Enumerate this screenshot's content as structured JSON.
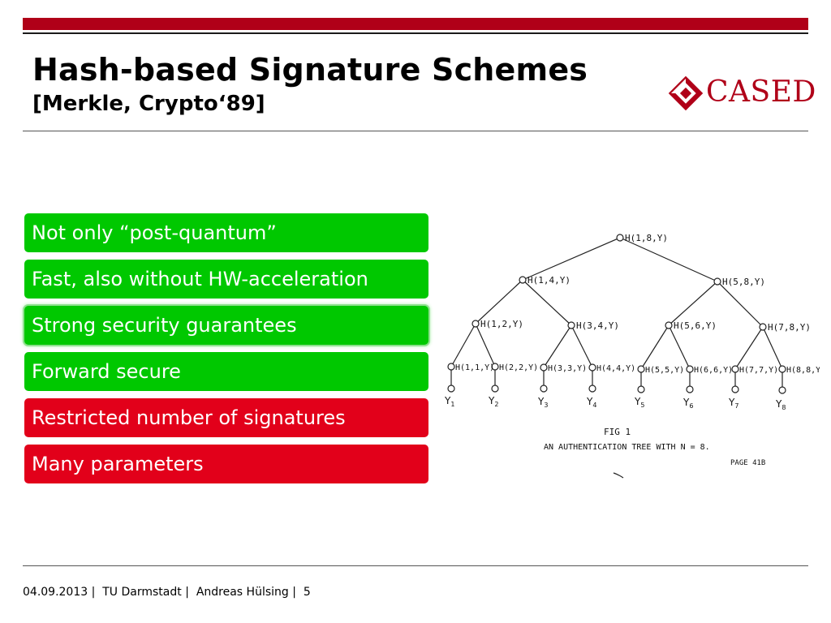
{
  "slide": {
    "title": "Hash-based Signature Schemes",
    "subtitle": "[Merkle, Crypto‘89]",
    "logo_text": "CASED",
    "colors": {
      "top_bar": "#b00018",
      "green": "#00c800",
      "red": "#e2001a",
      "logo": "#b00018"
    }
  },
  "bullets": [
    {
      "text": "Not only “post-quantum”",
      "color": "green"
    },
    {
      "text": "Fast, also without HW-acceleration",
      "color": "green"
    },
    {
      "text": "Strong security guarantees",
      "color": "green",
      "highlighted": true
    },
    {
      "text": "Forward secure",
      "color": "green"
    },
    {
      "text": "Restricted number of signatures",
      "color": "red"
    },
    {
      "text": "Many parameters",
      "color": "red"
    }
  ],
  "figure": {
    "root": "H(1,8,Y)",
    "level1": [
      "H(1,4,Y)",
      "H(5,8,Y)"
    ],
    "level2": [
      "H(1,2,Y)",
      "H(3,4,Y)",
      "H(5,6,Y)",
      "H(7,8,Y)"
    ],
    "level3": [
      "H(1,1,Y)",
      "H(2,2,Y)",
      "H(3,3,Y)",
      "H(4,4,Y)",
      "H(5,5,Y)",
      "H(6,6,Y)",
      "H(7,7,Y)",
      "H(8,8,Y)"
    ],
    "leaves": [
      "Y",
      "Y",
      "Y",
      "Y",
      "Y",
      "Y",
      "Y",
      "Y"
    ],
    "leaf_subscripts": [
      "1",
      "2",
      "3",
      "4",
      "5",
      "6",
      "7",
      "8"
    ],
    "caption_1": "FIG 1",
    "caption_2": "AN AUTHENTICATION TREE WITH N = 8.",
    "page_label": "PAGE 41B"
  },
  "footer": {
    "date": "04.09.2013",
    "institution": "TU Darmstadt",
    "author": "Andreas Hülsing",
    "page": "5"
  }
}
